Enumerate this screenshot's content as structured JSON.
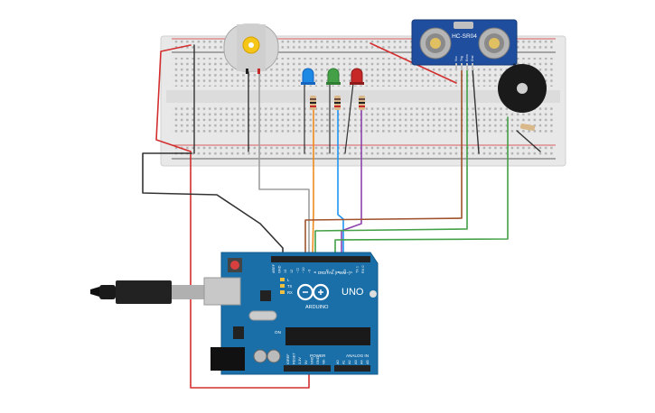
{
  "sensor": {
    "model": "HC-SR04",
    "pins": [
      "Vcc",
      "Trig",
      "Echo",
      "Gnd"
    ]
  },
  "arduino": {
    "brand": "ARDUINO",
    "model": "UNO",
    "header_digital": "DIGITAL (PWM~)",
    "header_power": "POWER",
    "header_analog": "ANALOG IN",
    "labels_top": [
      "AREF",
      "GND",
      "13",
      "12",
      "~11",
      "~10",
      "~9",
      "8",
      "7",
      "~6",
      "~5",
      "4",
      "~3",
      "2",
      "TX 1",
      "RX 0"
    ],
    "labels_bottom_power": [
      "IOREF",
      "RESET",
      "3.3V",
      "5V",
      "GND",
      "GND",
      "Vin"
    ],
    "labels_bottom_analog": [
      "A0",
      "A1",
      "A2",
      "A3",
      "A4",
      "A5"
    ],
    "led_labels": [
      "L",
      "TX",
      "RX"
    ],
    "on_label": "ON"
  },
  "leds": [
    {
      "color": "#1e88e5"
    },
    {
      "color": "#43a047"
    },
    {
      "color": "#c62828"
    }
  ],
  "wire_colors": {
    "red": "#d32f2f",
    "black": "#333333",
    "gray": "#9e9e9e",
    "orange": "#ef8a1f",
    "blue": "#2196f3",
    "purple": "#8e44ad",
    "brown": "#a0522d",
    "green": "#43a047"
  }
}
